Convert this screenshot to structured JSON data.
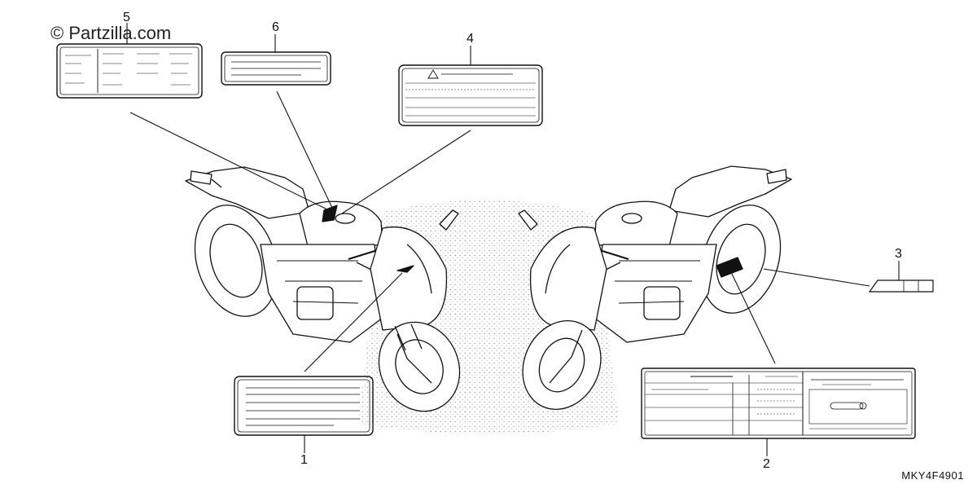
{
  "watermark": "© Partzilla.com",
  "diagram_code": "MKY4F4901",
  "callouts": [
    {
      "id": "1",
      "label": "1"
    },
    {
      "id": "2",
      "label": "2"
    },
    {
      "id": "3",
      "label": "3"
    },
    {
      "id": "4",
      "label": "4"
    },
    {
      "id": "5",
      "label": "5"
    },
    {
      "id": "6",
      "label": "6"
    }
  ],
  "colors": {
    "ink": "#111111",
    "background": "#ffffff",
    "stipple": "#9a9a9a"
  }
}
